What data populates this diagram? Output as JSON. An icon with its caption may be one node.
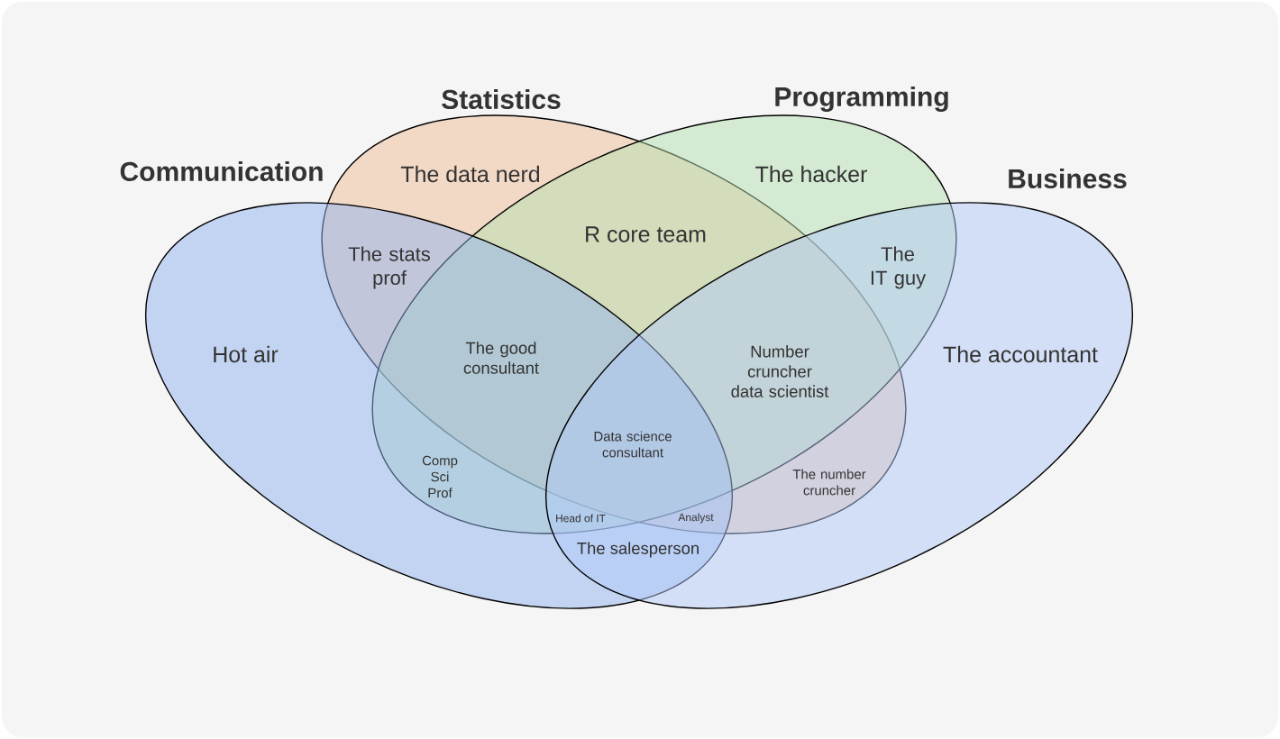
{
  "diagram": {
    "nodes": [
      {
        "text": [
          "Statistics"
        ]
      },
      {
        "text": [
          "Programming"
        ]
      },
      {
        "text": [
          "Communication"
        ]
      },
      {
        "text": [
          "Business"
        ]
      }
    ],
    "labels": [
      "The data nerd",
      "The hacker",
      "R core team",
      "The stats prof",
      "The IT guy",
      "Hot air",
      "The good consultant",
      "Number cruncher data scientist",
      "The accountant",
      "Data science consultant",
      "Comp Sci Prof",
      "The number cruncher",
      "Head of IT",
      "Analyst",
      "The salesperson"
    ]
  }
}
